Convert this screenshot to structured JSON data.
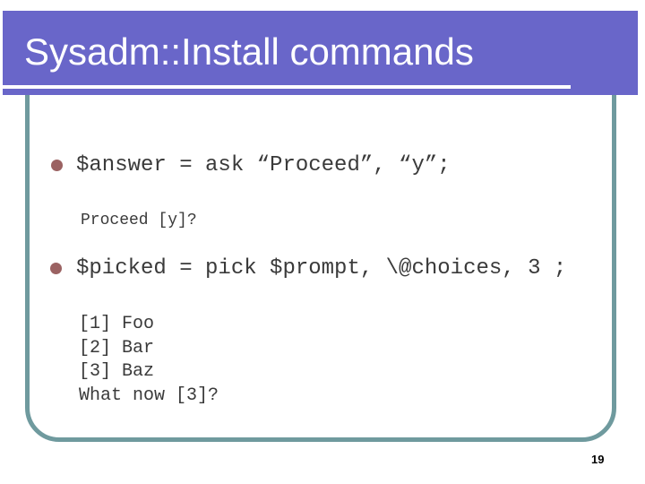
{
  "slide": {
    "title": "Sysadm::Install commands",
    "page_number": "19",
    "bullets": [
      {
        "code": "$answer = ask “Proceed”, “y”;",
        "output": "Proceed [y]?"
      },
      {
        "code": "$picked = pick $prompt, \\@choices, 3 ;",
        "output": "[1] Foo\n[2] Bar\n[3] Baz\nWhat now [3]?"
      }
    ],
    "colors": {
      "header_bg": "#6966C9",
      "title_color": "#FFFFFF",
      "box_border": "#6F9A9E",
      "bullet_color": "#9B6262",
      "text_color": "#3A3A3A"
    }
  }
}
